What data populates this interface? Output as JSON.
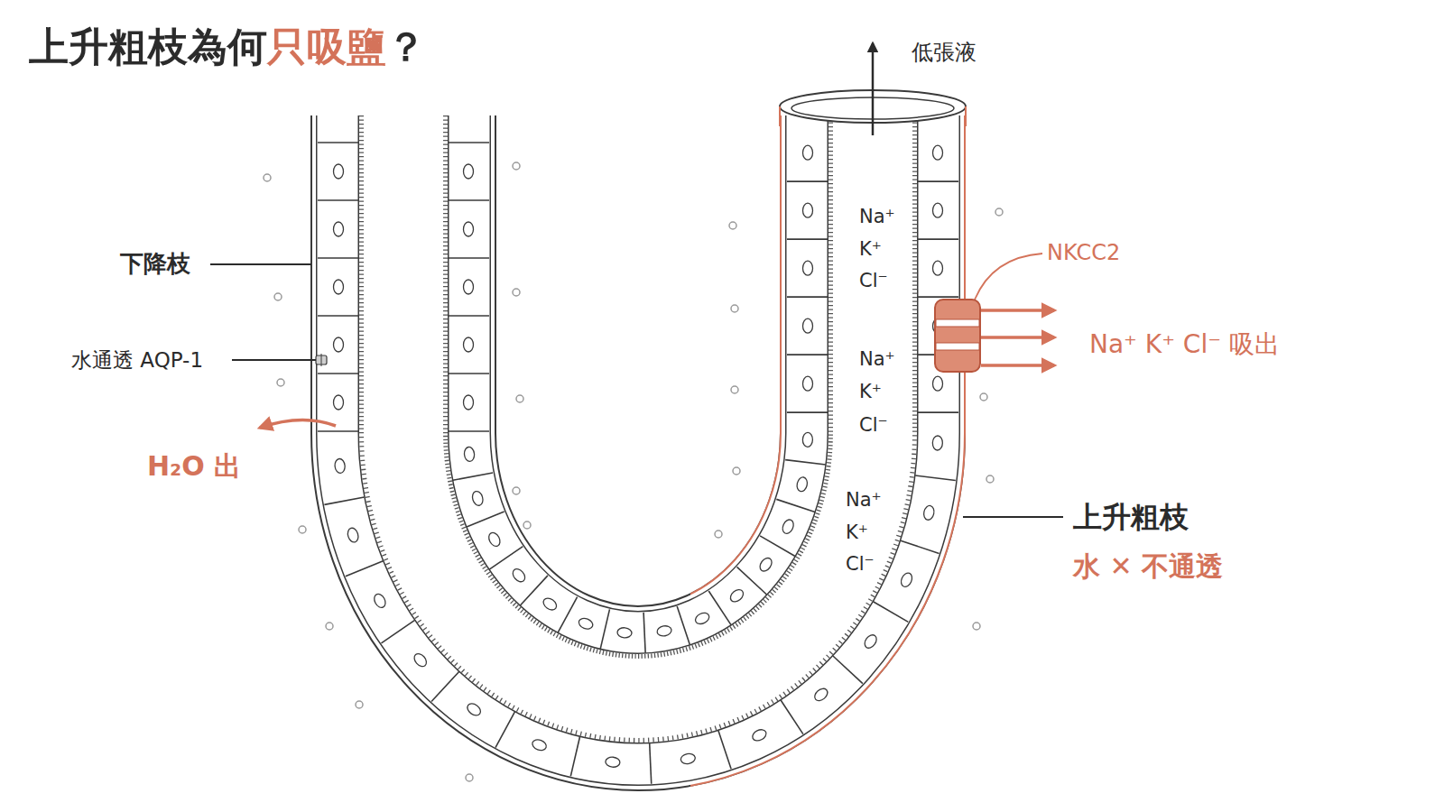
{
  "diagram": {
    "title": "上升粗枝為何只吸鹽？",
    "labels": [
      "低張液",
      "下降枝",
      "水通透 AQP-1",
      "H₂O 出",
      "Na⁺",
      "K⁺",
      "Cl⁻",
      "Na⁺",
      "K⁺",
      "Cl⁻",
      "Na⁺",
      "K⁺",
      "Cl⁻",
      "NKCC2",
      "Na⁺ K⁺ Cl⁻ 吸出",
      "上升粗枝",
      "水 ✕ 不通透"
    ]
  }
}
